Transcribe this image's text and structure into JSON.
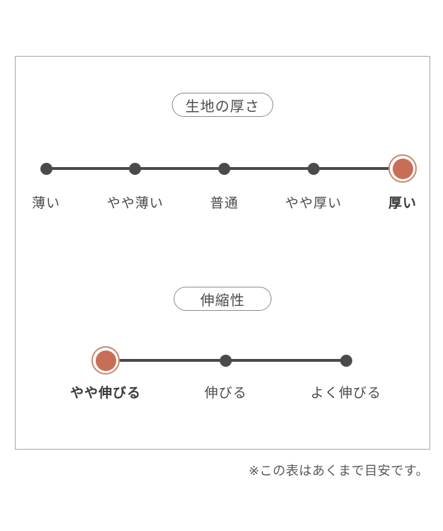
{
  "panel": {
    "border_color": "#a6a6a6",
    "background": "#ffffff"
  },
  "colors": {
    "accent_dot": "#c96e56",
    "accent_ring": "#c9886c",
    "dot": "#4a4a4a",
    "line": "#4a4a4a",
    "label_text": "#4a4a4a"
  },
  "scales": [
    {
      "title": "生地の厚さ",
      "options": [
        "薄い",
        "やや薄い",
        "普通",
        "やや厚い",
        "厚い"
      ],
      "selected_index": 4,
      "selected_label": "厚い"
    },
    {
      "title": "伸縮性",
      "options": [
        "やや伸びる",
        "伸びる",
        "よく伸びる"
      ],
      "selected_index": 0,
      "selected_label": "やや伸びる"
    }
  ],
  "footnote": "※この表はあくまで目安です。"
}
